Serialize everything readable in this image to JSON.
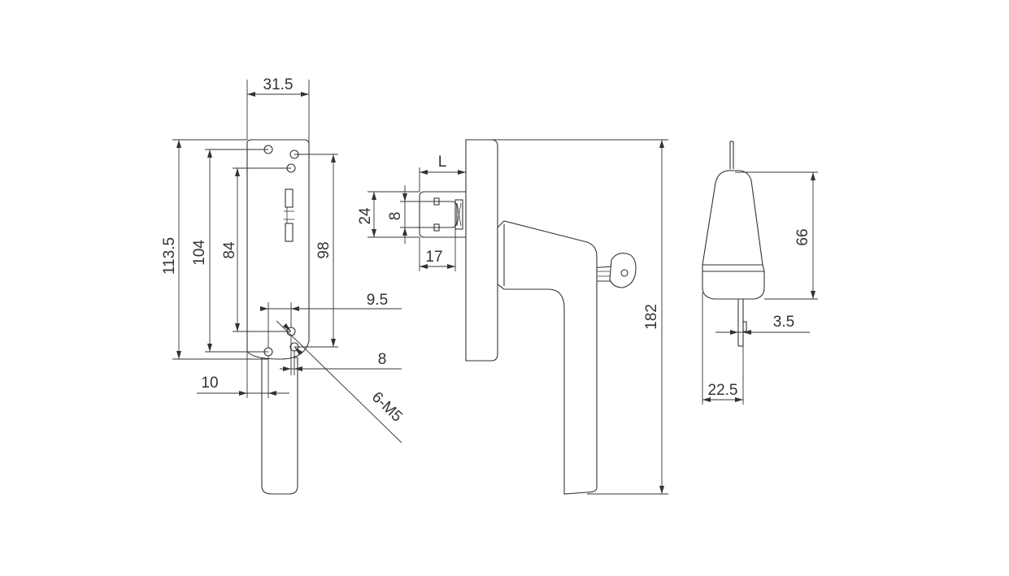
{
  "dimensions": {
    "width_31_5": "31.5",
    "height_113_5": "113.5",
    "height_104": "104",
    "height_84": "84",
    "height_98": "98",
    "offset_9_5": "9.5",
    "offset_8": "8",
    "offset_10": "10",
    "holes": "6-M5",
    "spindle_L": "L",
    "height_24": "24",
    "height_8": "8",
    "depth_17": "17",
    "height_182": "182",
    "height_66": "66",
    "spindle_3_5": "3.5",
    "width_22_5": "22.5"
  },
  "colors": {
    "line": "#333333",
    "background": "#ffffff"
  }
}
